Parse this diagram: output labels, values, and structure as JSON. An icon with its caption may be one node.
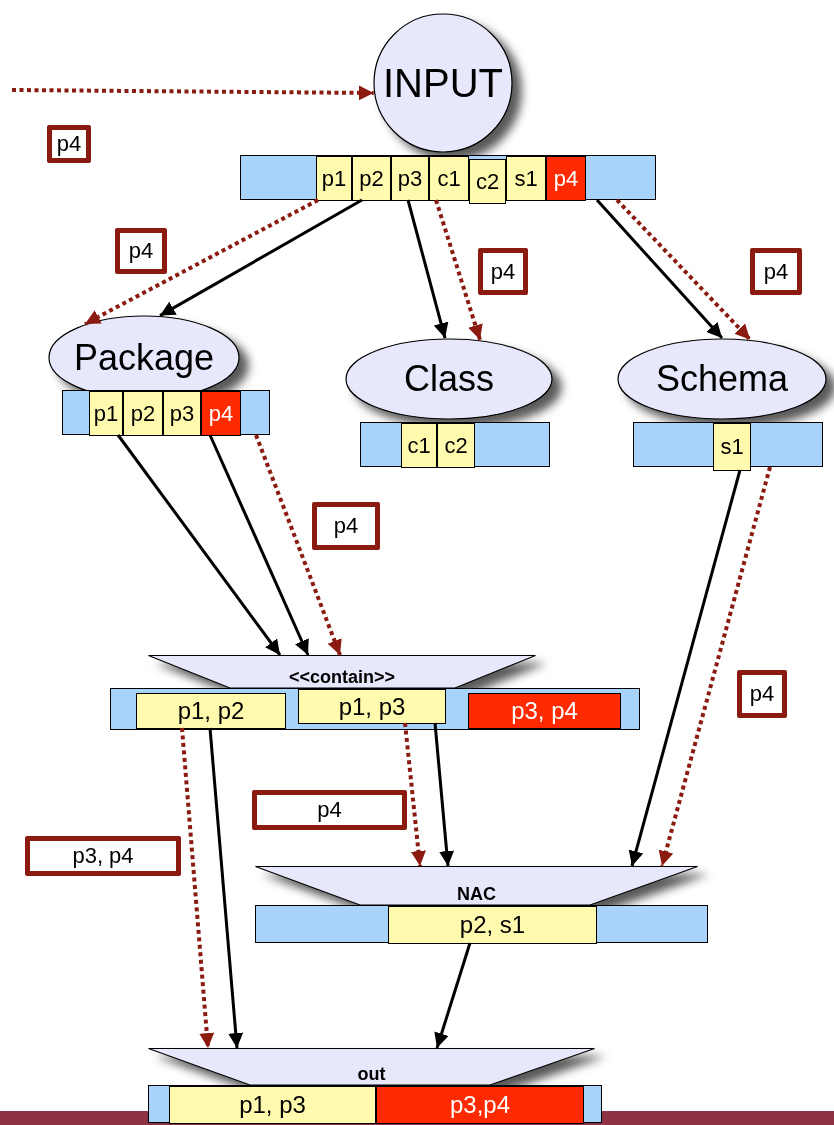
{
  "diagram": {
    "nodes": [
      {
        "text": [
          "INPUT"
        ]
      },
      {
        "text": [],
        "shape": "bar"
      },
      {
        "text": [
          "p1"
        ],
        "in": 1
      },
      {
        "text": [
          "p2"
        ],
        "in": 1
      },
      {
        "text": [
          "p3"
        ],
        "in": 1
      },
      {
        "text": [
          "c1"
        ],
        "in": 1
      },
      {
        "text": [
          "c2"
        ],
        "in": 1
      },
      {
        "text": [
          "s1"
        ],
        "in": 1
      },
      {
        "text": [
          "p4"
        ],
        "in": 1
      },
      {
        "text": [
          "Package"
        ]
      },
      {
        "text": [],
        "shape": "bar"
      },
      {
        "text": [
          "p1"
        ],
        "in": 10
      },
      {
        "text": [
          "p2"
        ],
        "in": 10
      },
      {
        "text": [
          "p3"
        ],
        "in": 10
      },
      {
        "text": [
          "p4"
        ],
        "in": 10
      },
      {
        "text": [
          "Class"
        ]
      },
      {
        "text": [],
        "shape": "bar"
      },
      {
        "text": [
          "c1"
        ],
        "in": 16
      },
      {
        "text": [
          "c2"
        ],
        "in": 16
      },
      {
        "text": [
          "Schema"
        ]
      },
      {
        "text": [],
        "shape": "bar"
      },
      {
        "text": [
          "s1"
        ],
        "in": 20
      },
      {
        "text": [
          "<<contain>>"
        ]
      },
      {
        "text": [],
        "shape": "bar"
      },
      {
        "text": [
          "p1, p2"
        ],
        "in": 23
      },
      {
        "text": [
          "p1, p3"
        ],
        "in": 23
      },
      {
        "text": [
          "p3, p4"
        ],
        "in": 23
      },
      {
        "text": [
          "NAC"
        ]
      },
      {
        "text": [],
        "shape": "bar"
      },
      {
        "text": [
          "p2, s1"
        ],
        "in": 28
      },
      {
        "text": [
          "out"
        ]
      },
      {
        "text": [],
        "shape": "bar"
      },
      {
        "text": [
          "p1, p3"
        ],
        "in": 31
      },
      {
        "text": [
          "p3,p4"
        ],
        "in": 31
      },
      {
        "text": [
          "p4"
        ]
      },
      {
        "text": [
          "p4"
        ]
      },
      {
        "text": [
          "p4"
        ]
      },
      {
        "text": [
          "p4"
        ]
      },
      {
        "text": [
          "p4"
        ]
      },
      {
        "text": [
          "p4"
        ]
      },
      {
        "text": [
          "p3, p4"
        ]
      },
      {
        "text": [
          "p4"
        ]
      }
    ],
    "edges": [
      {
        "from": null,
        "to": 0,
        "arrow": "to",
        "style": "dashed",
        "color": "#8b1a10"
      },
      {
        "from": 2,
        "to": 9,
        "arrow": "to",
        "style": "dashed",
        "color": "#8b1a10"
      },
      {
        "from": 3,
        "to": 9,
        "arrow": "to"
      },
      {
        "from": 4,
        "to": 15,
        "arrow": "to"
      },
      {
        "from": 5,
        "to": 15,
        "arrow": "to",
        "style": "dashed",
        "color": "#8b1a10"
      },
      {
        "from": 1,
        "to": 19,
        "arrow": "to"
      },
      {
        "from": 1,
        "to": 19,
        "arrow": "to",
        "style": "dashed",
        "color": "#8b1a10"
      },
      {
        "from": 11,
        "to": 22,
        "arrow": "to"
      },
      {
        "from": 14,
        "to": 22,
        "arrow": "to"
      },
      {
        "from": 10,
        "to": 22,
        "arrow": "to",
        "style": "dashed",
        "color": "#8b1a10"
      },
      {
        "from": 21,
        "to": 27,
        "arrow": "to"
      },
      {
        "from": 20,
        "to": 27,
        "arrow": "to",
        "style": "dashed",
        "color": "#8b1a10"
      },
      {
        "from": 24,
        "to": 30,
        "arrow": "to",
        "style": "dashed",
        "color": "#8b1a10"
      },
      {
        "from": 24,
        "to": 30,
        "arrow": "to"
      },
      {
        "from": 25,
        "to": 27,
        "arrow": "to",
        "style": "dashed",
        "color": "#8b1a10"
      },
      {
        "from": 25,
        "to": 27,
        "arrow": "to"
      },
      {
        "from": 29,
        "to": 30,
        "arrow": "to"
      }
    ]
  }
}
